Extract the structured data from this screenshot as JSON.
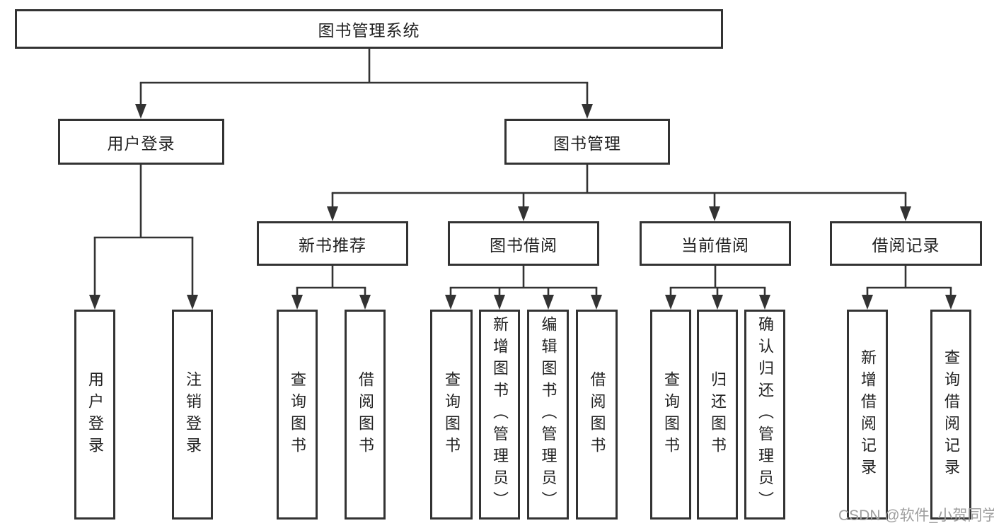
{
  "diagram_title": "图书管理系统",
  "nodes": {
    "root": {
      "label": "图书管理系统"
    },
    "user_login": {
      "label": "用户登录"
    },
    "book_management": {
      "label": "图书管理"
    },
    "login": {
      "label": "用户登录"
    },
    "logout": {
      "label": "注销登录"
    },
    "new_book_recommend": {
      "label": "新书推荐"
    },
    "book_borrowing": {
      "label": "图书借阅"
    },
    "current_borrowing": {
      "label": "当前借阅"
    },
    "borrowing_records": {
      "label": "借阅记录"
    },
    "query_books_1": {
      "label": "查询图书"
    },
    "borrow_books_1": {
      "label": "借阅图书"
    },
    "query_books_2": {
      "label": "查询图书"
    },
    "add_books_admin": {
      "label": "新增图书（管理员）"
    },
    "edit_books_admin": {
      "label": "编辑图书（管理员）"
    },
    "borrow_books_2": {
      "label": "借阅图书"
    },
    "query_books_3": {
      "label": "查询图书"
    },
    "return_books": {
      "label": "归还图书"
    },
    "confirm_return_admin": {
      "label": "确认归还（管理员）"
    },
    "add_borrow_record": {
      "label": "新增借阅记录"
    },
    "query_borrow_record": {
      "label": "查询借阅记录"
    }
  },
  "watermark": {
    "text": "CSDN @软件_小贺同学"
  },
  "colors": {
    "line": "#333333",
    "text": "#222222",
    "watermark": "#9e9e9e",
    "background": "#ffffff"
  }
}
